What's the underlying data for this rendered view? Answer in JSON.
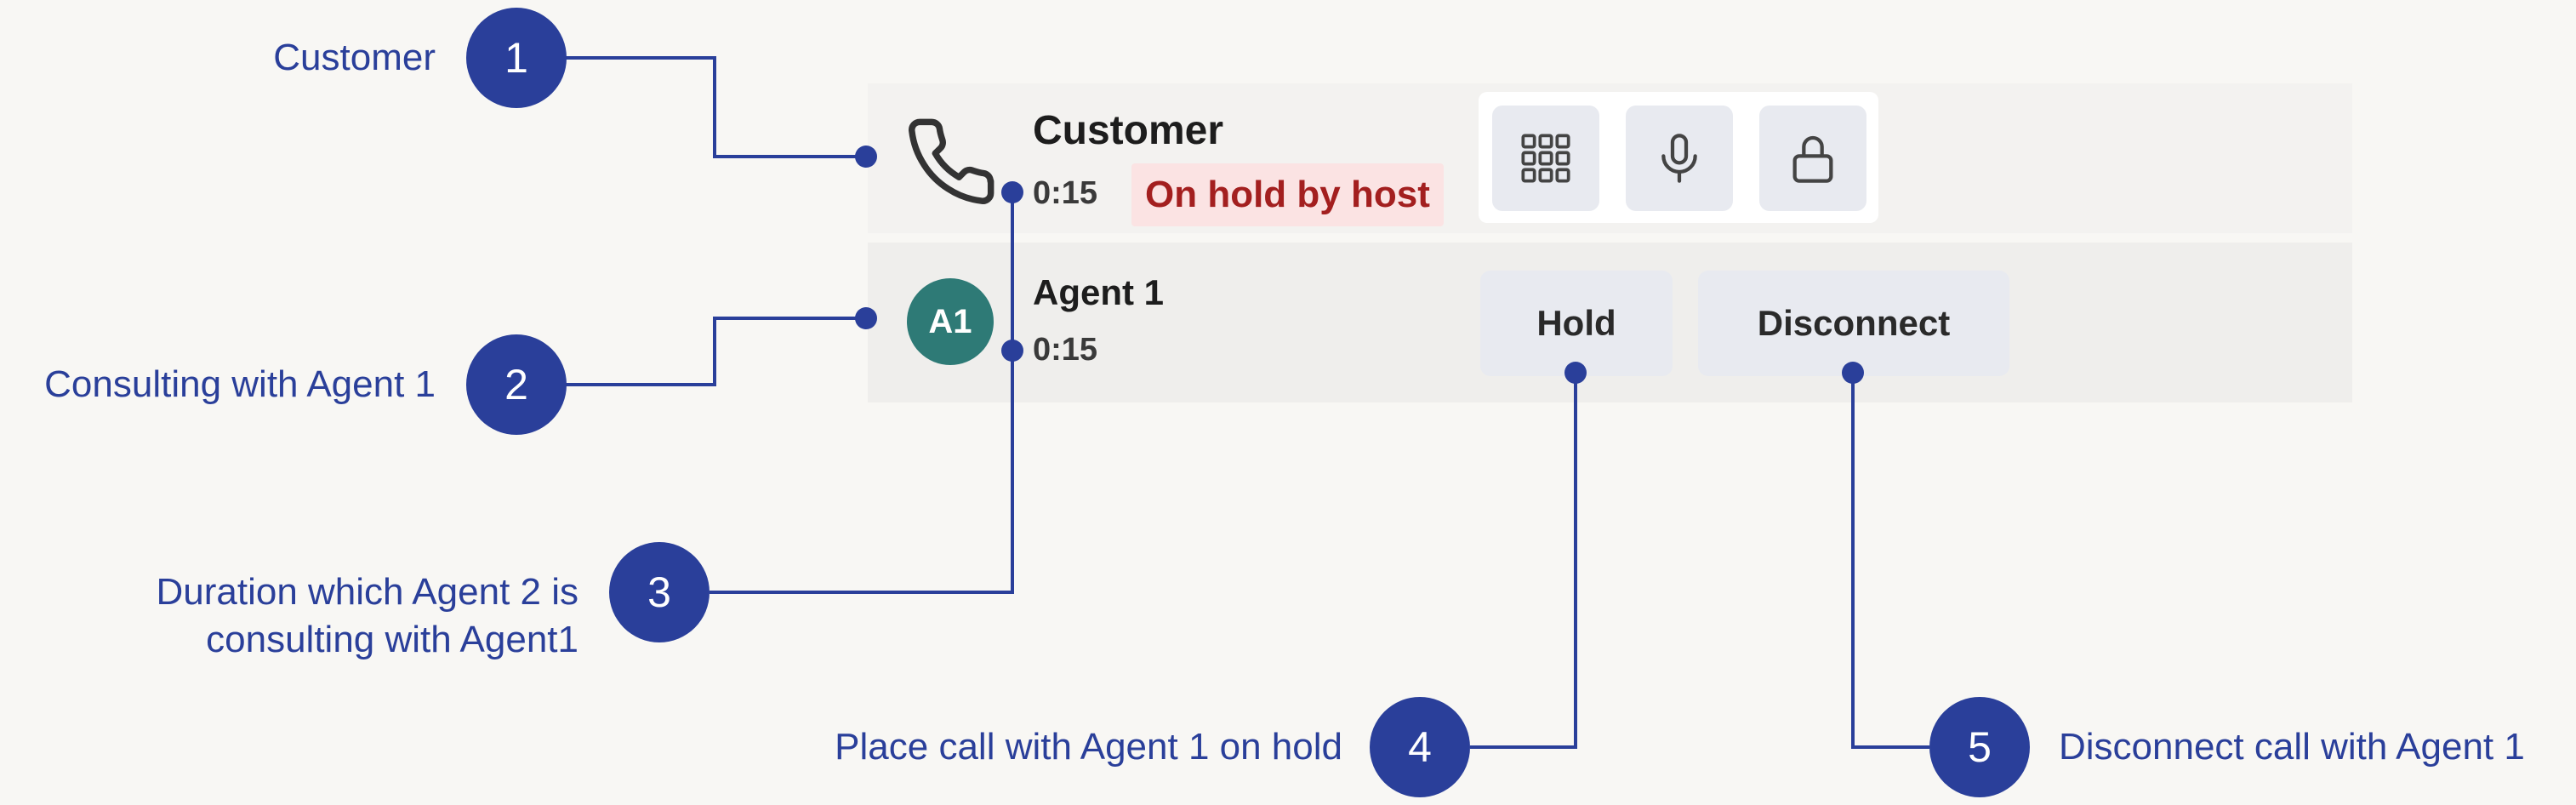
{
  "colors": {
    "accent": "#2a3f9a",
    "status_bg": "#fbe3e3",
    "status_text": "#a31f1f",
    "avatar": "#2e7a76"
  },
  "call": {
    "customer": {
      "name": "Customer",
      "duration": "0:15",
      "status": "On hold by host",
      "icon": "phone-icon"
    },
    "controls": [
      {
        "name": "keypad-icon"
      },
      {
        "name": "microphone-icon"
      },
      {
        "name": "lock-icon"
      }
    ],
    "agent": {
      "initials": "A1",
      "name": "Agent 1",
      "duration": "0:15",
      "hold_label": "Hold",
      "disconnect_label": "Disconnect"
    }
  },
  "callouts": [
    {
      "number": "1",
      "text": "Customer"
    },
    {
      "number": "2",
      "text": "Consulting with Agent 1"
    },
    {
      "number": "3",
      "line1": "Duration which Agent 2 is",
      "line2": "consulting with Agent1"
    },
    {
      "number": "4",
      "text": "Place call with Agent 1 on hold"
    },
    {
      "number": "5",
      "text": "Disconnect call with Agent 1"
    }
  ]
}
